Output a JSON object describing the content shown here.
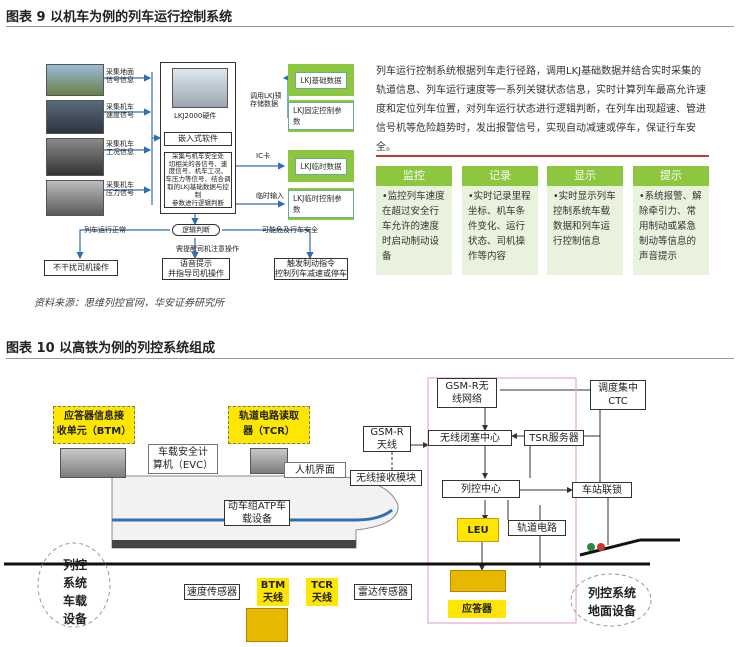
{
  "fig9": {
    "title": "图表 9  以机车为例的列车运行控制系统",
    "left_labels": [
      "采集地面\n信号信息",
      "采集机车\n速度信号",
      "采集机车\n工况信息",
      "采集机车\n压力信号"
    ],
    "screen_label": "LKJ2000硬件",
    "software": "嵌入式软件",
    "logic": "采集与机车安全处\n切相关的各信号、速\n度信号、机车工况、\n车压力等信号、结合调\n取的LKJ基础数据与控制\n参数进行逻辑判断",
    "rw_label": "调用LKJ预\n存储数据",
    "ic_label": "IC卡",
    "temp_in": "临时输入",
    "lkj_basic": "LKJ基础数据",
    "lkj_fixed": "LKJ固定控制参数",
    "lkj_temp": "LKJ临时数据",
    "lkj_temp_ctrl": "LKJ临时控制参数",
    "decision": "逻辑判断",
    "normal": "列车运行正常",
    "need_op": "需提醒司机注意操作",
    "safe": "可能危及行车安全",
    "out_left": "不干扰司机操作",
    "out_mid": "语音提示\n并指导司机操作",
    "out_right": "触发制动指令\n控制列车减速或停车",
    "paragraph": "列车运行控制系统根据列车走行径路，调用LKJ基础数据并结合实时采集的轨道信息、列车运行速度等一系列关键状态信息，实时计算列车最高允许速度和定位列车位置，对列车运行状态进行逻辑判断，在列车出现超速、管进信号机等危险趋势时，发出报警信号，实现自动减速或停车，保证行车安全。",
    "cards": [
      {
        "head": "监控",
        "body": "•监控列车速度在超过安全行车允许的速度时启动制动设备"
      },
      {
        "head": "记录",
        "body": "•实时记录里程坐标、机车条件变化、运行状态、司机操作等内容"
      },
      {
        "head": "显示",
        "body": "•实时显示列车控制系统车载数据和列车运行控制信息"
      },
      {
        "head": "提示",
        "body": "•系统报警、解除牵引力、常用制动或紧急制动等信息的声音提示"
      }
    ],
    "source": "资料来源：思维列控官网，华安证券研究所"
  },
  "fig10": {
    "title": "图表 10  以高铁为例的列控系统组成",
    "btm_recv": "应答器信息接\n收单元（BTM）",
    "tcr_reader": "轨道电路读取\n器（TCR）",
    "evc": "车载安全计\n算机（EVC）",
    "gsmr_net": "GSM-R无\n线网络",
    "gsmr_ant": "GSM-R\n天线",
    "ctc": "调度集中\nCTC",
    "rbc": "无线闭塞中心",
    "tsr": "TSR服务器",
    "dmi": "人机界面",
    "radio": "无线接收模块",
    "atp": "动车组ATP车\n载设备",
    "tcc": "列控中心",
    "station": "车站联锁",
    "leu": "LEU",
    "track_circuit": "轨道电路",
    "onboard": "列控\n系统\n车载\n设备",
    "speed_sensor": "速度传感器",
    "btm_ant": "BTM\n天线",
    "tcr_ant": "TCR\n天线",
    "radar": "雷达传感器",
    "balise": "应答器",
    "ground": "列控系统\n地面设备"
  },
  "colors": {
    "green": "#8dc63f",
    "yellow": "#ffe600",
    "blue": "#2f6fb3",
    "red": "#c33",
    "pink": "#e6a8d8"
  }
}
